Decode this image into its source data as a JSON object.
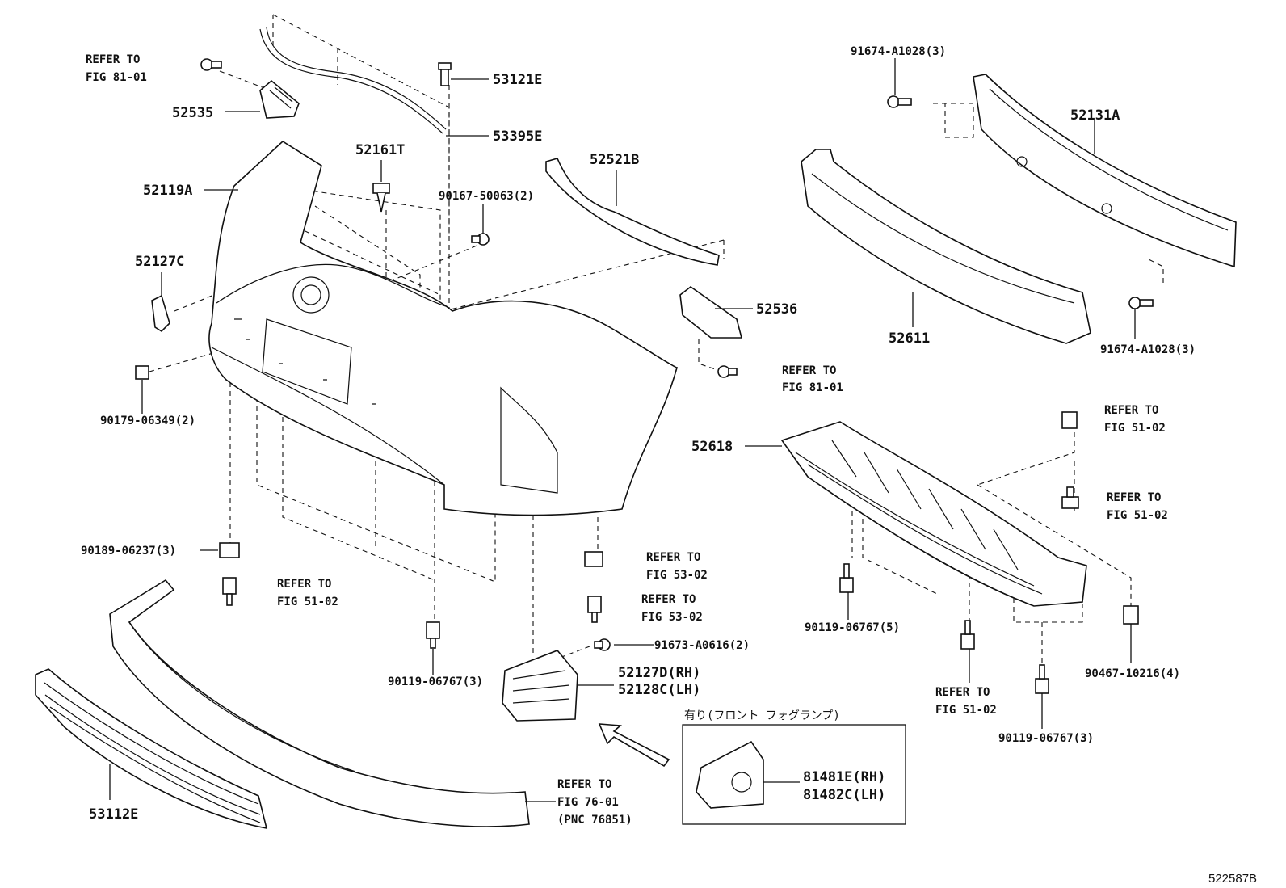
{
  "diagram_id": "522587B",
  "parts": {
    "p52535": "52535",
    "p53121E": "53121E",
    "p53395E": "53395E",
    "p52161T": "52161T",
    "p52119A": "52119A",
    "p52127C": "52127C",
    "p90167": "90167-50063(2)",
    "p52521B": "52521B",
    "p52536": "52536",
    "p90179": "90179-06349(2)",
    "p90189": "90189-06237(3)",
    "p90119_3a": "90119-06767(3)",
    "p91673": "91673-A0616(2)",
    "p52127D": "52127D(RH)",
    "p52128C": "52128C(LH)",
    "p53112E": "53112E",
    "p91674_top": "91674-A1028(3)",
    "p52131A": "52131A",
    "p52611": "52611",
    "p91674_bot": "91674-A1028(3)",
    "p52618": "52618",
    "p90119_5": "90119-06767(5)",
    "p90467": "90467-10216(4)",
    "p90119_3b": "90119-06767(3)",
    "p81481E": "81481E(RH)",
    "p81482C": "81482C(LH)"
  },
  "refs": {
    "r81_a_1": "REFER TO",
    "r81_a_2": "FIG 81-01",
    "r81_b_1": "REFER TO",
    "r81_b_2": "FIG 81-01",
    "r51_a_1": "REFER TO",
    "r51_a_2": "FIG 51-02",
    "r51_b_1": "REFER TO",
    "r51_b_2": "FIG 51-02",
    "r51_c_1": "REFER TO",
    "r51_c_2": "FIG 51-02",
    "r51_d_1": "REFER TO",
    "r51_d_2": "FIG 51-02",
    "r53_a_1": "REFER TO",
    "r53_a_2": "FIG 53-02",
    "r53_b_1": "REFER TO",
    "r53_b_2": "FIG 53-02",
    "r76_1": "REFER TO",
    "r76_2": "FIG 76-01",
    "r76_3": "(PNC 76851)"
  },
  "inset_caption": "有り(フロント フォグランプ)"
}
